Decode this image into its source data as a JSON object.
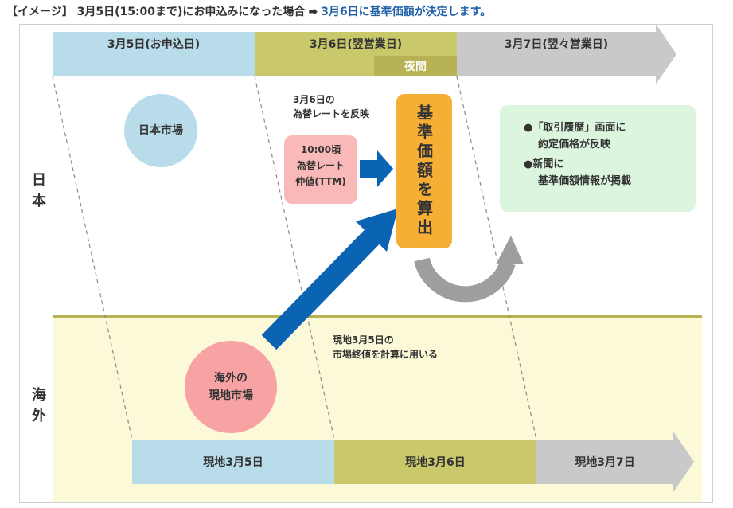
{
  "header": {
    "lead": "【イメージ】 3月5日(15:00まで)にお申込みになった場合",
    "arrow": "➡",
    "result": "3月6日に基準価額が決定します。"
  },
  "top_timeline": {
    "seg1": "3月5日(お申込日)",
    "seg2": "3月6日(翌営業日)",
    "seg2_sub": "夜間",
    "seg3": "3月7日(翌々営業日)"
  },
  "bottom_timeline": {
    "seg1": "現地3月5日",
    "seg2": "現地3月6日",
    "seg3": "現地3月7日"
  },
  "side_labels": {
    "japan": "日本",
    "overseas": "海外"
  },
  "japan_market": "日本市場",
  "overseas_market": {
    "line1": "海外の",
    "line2": "現地市場"
  },
  "rate_note": {
    "line1": "3月6日の",
    "line2": "為替レートを反映"
  },
  "ttm_box": {
    "line1": "10:00頃",
    "line2": "為替レート",
    "line3": "仲値(TTM)"
  },
  "calc_box": "基準価額を算出",
  "result_box": {
    "item1_line1": "●「取引履歴」画面に",
    "item1_line2": "約定価格が反映",
    "item2_line1": "●新聞に",
    "item2_line2": "基準価額情報が掲載"
  },
  "overseas_note": {
    "line1": "現地3月5日の",
    "line2": "市場終値を計算に用いる"
  },
  "colors": {
    "blue_light": "#b9dceb",
    "olive": "#c9c86a",
    "olive_dark": "#b7b254",
    "gray_arrow": "#c9c9c9",
    "blue_arrow": "#0b63b3",
    "orange": "#f6ae34",
    "pink": "#f9b9b9",
    "green_light": "#dcf5de"
  }
}
